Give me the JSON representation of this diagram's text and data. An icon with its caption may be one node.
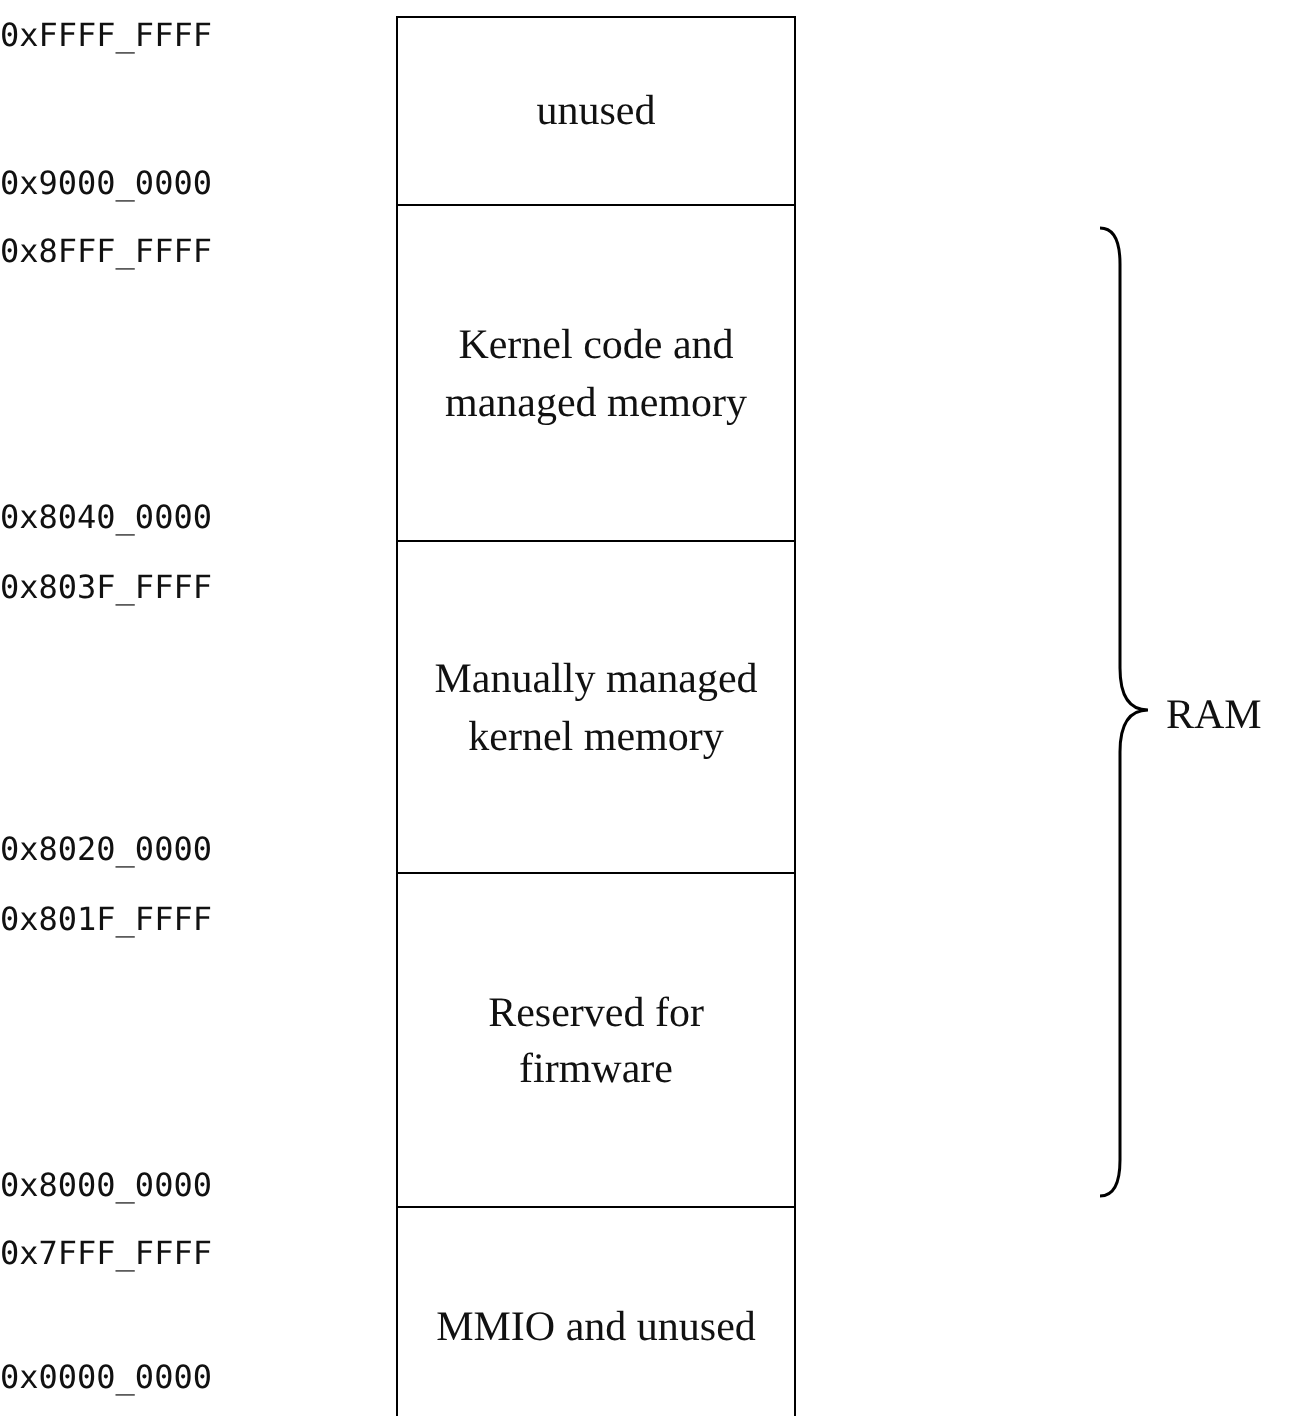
{
  "diagram": {
    "nodes": [
      {
        "text": [
          "unused"
        ]
      },
      {
        "text": [
          "Kernel code and managed memory"
        ]
      },
      {
        "text": [
          "Manually managed kernel memory"
        ]
      },
      {
        "text": [
          "Reserved for firmware"
        ]
      },
      {
        "text": [
          "MMIO and unused"
        ]
      }
    ],
    "labels": [
      "0xFFFF_FFFF",
      "0x9000_0000",
      "0x8FFF_FFFF",
      "0x8040_0000",
      "0x803F_FFFF",
      "RAM",
      "0x8020_0000",
      "0x801F_FFFF",
      "0x8000_0000",
      "0x7FFF_FFFF",
      "0x0000_0000"
    ]
  }
}
